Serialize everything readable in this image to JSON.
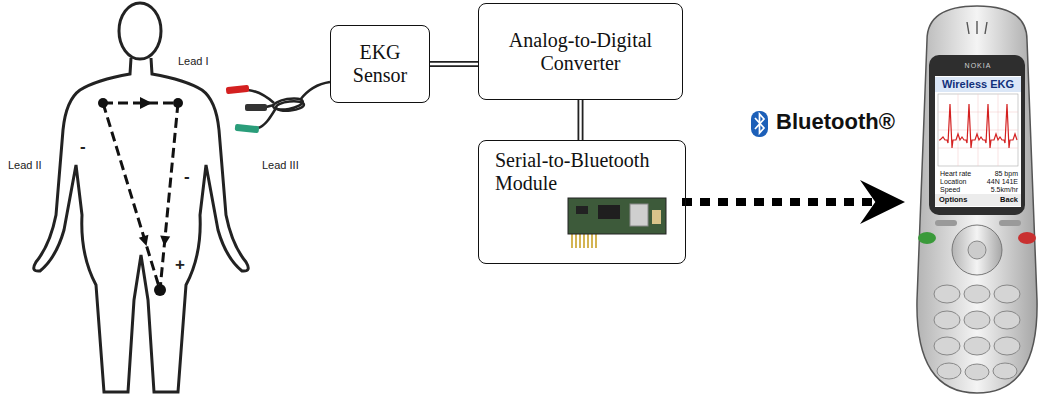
{
  "diagram": {
    "nodes": [
      {
        "text": [
          "EKG Sensor"
        ]
      },
      {
        "text": [
          "Analog-to-Digital Converter"
        ]
      },
      {
        "text": [
          "Serial-to-Bluetooth Module"
        ]
      },
      {
        "text": [
          "NOKIA",
          "Wireless EKG",
          "Heart rate",
          "85 bpm",
          "Location",
          "44N 141E",
          "Speed",
          "5.5km/hr",
          "Options",
          "Back"
        ]
      }
    ],
    "edges": [
      {
        "from": 0,
        "to": 1,
        "arrow": "none"
      },
      {
        "from": 1,
        "to": 2,
        "arrow": "none"
      },
      {
        "from": 2,
        "to": 3,
        "arrow": "to",
        "label": "Bluetooth®"
      }
    ],
    "labels": [
      "Lead I",
      "Lead II",
      "Lead III",
      "-",
      "-",
      "+"
    ]
  }
}
